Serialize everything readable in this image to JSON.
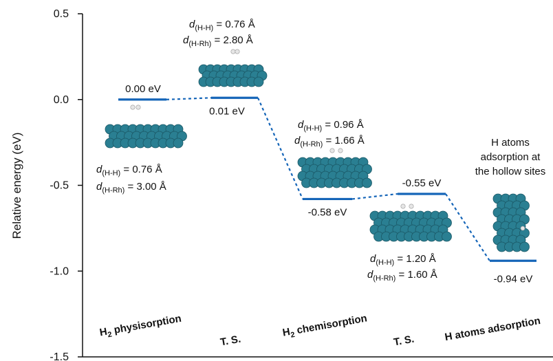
{
  "chart_data": {
    "type": "line",
    "ylabel": "Relative energy (eV)",
    "ylim": [
      -1.5,
      0.5
    ],
    "yticks": [
      "0.5",
      "0.0",
      "-0.5",
      "-1.0",
      "-1.5"
    ],
    "series": [
      {
        "levels": [
          {
            "category": "H2 physisorption",
            "value": 0.0,
            "label": "0.00 eV"
          },
          {
            "category": "T. S.",
            "value": 0.01,
            "label": "0.01 eV"
          },
          {
            "category": "H2 chemisorption",
            "value": -0.58,
            "label": "-0.58 eV"
          },
          {
            "category": "T. S.",
            "value": -0.55,
            "label": "-0.55 eV"
          },
          {
            "category": "H atoms adsorption",
            "value": -0.94,
            "label": "-0.94 eV"
          }
        ]
      }
    ],
    "categories": [
      "H2 physisorption",
      "T. S.",
      "H2 chemisorption",
      "T. S.",
      "H atoms adsorption"
    ],
    "annotations": {
      "phys": {
        "l1_val": " = 0.76 Å",
        "l2_val": " = 3.00 Å"
      },
      "ts1": {
        "l1_val": " = 0.76 Å",
        "l2_val": " = 2.80 Å"
      },
      "chem": {
        "l1_val": " = 0.96 Å",
        "l2_val": " = 1.66 Å"
      },
      "ts2": {
        "l1_val": " = 1.20 Å",
        "l2_val": " = 1.60 Å"
      },
      "hollow": [
        "H atoms",
        "adsorption at",
        "the hollow sites"
      ]
    },
    "d_symbol": "d",
    "sub_hh": "(H-H)",
    "sub_hrh": "(H-Rh)",
    "colors": {
      "level": "#1565b8",
      "atom": "#2a7f92",
      "hydrogen": "#e6e6e6"
    }
  }
}
